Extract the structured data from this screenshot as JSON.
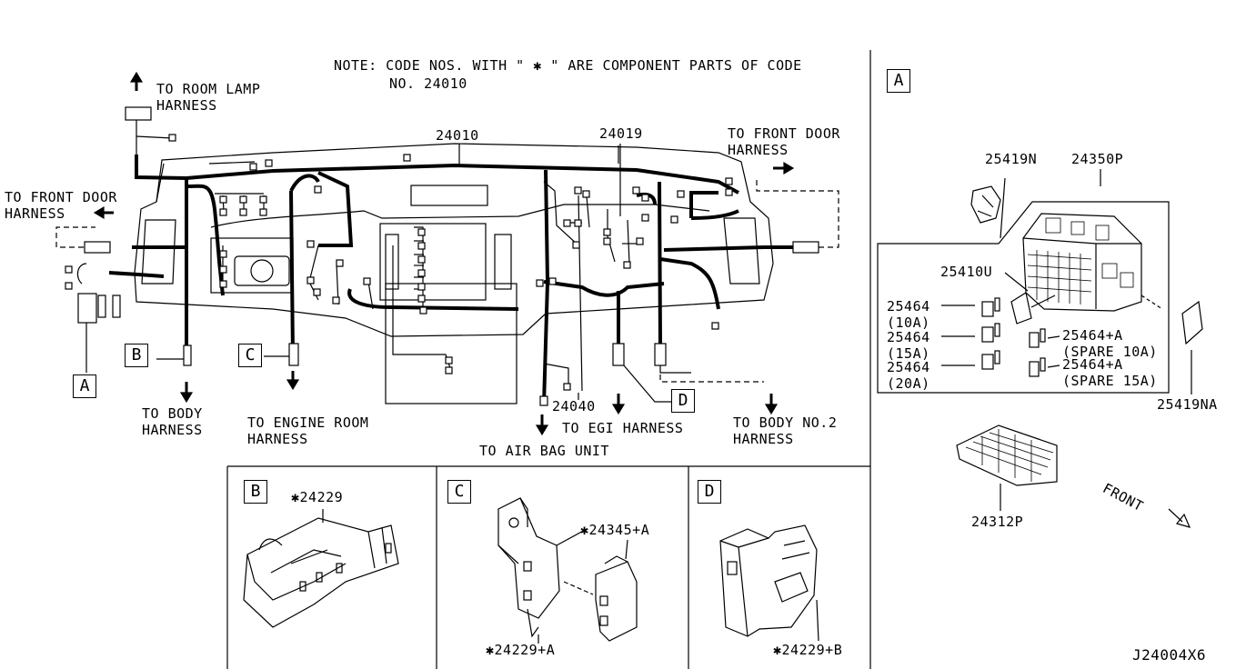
{
  "note": {
    "line1": "NOTE: CODE NOS. WITH \" ✱ \" ARE COMPONENT PARTS OF CODE",
    "line2": "NO. 24010"
  },
  "main_labels": {
    "room_lamp": "TO ROOM LAMP\nHARNESS",
    "front_door_left": "TO FRONT DOOR\nHARNESS",
    "front_door_right": "TO FRONT DOOR\nHARNESS",
    "part_24010": "24010",
    "part_24019": "24019",
    "part_24040": "24040",
    "to_body": "TO BODY\nHARNESS",
    "to_engine_room": "TO ENGINE ROOM\nHARNESS",
    "to_air_bag": "TO AIR BAG UNIT",
    "to_egi": "TO EGI HARNESS",
    "to_body_no2": "TO BODY NO.2\nHARNESS"
  },
  "callouts": {
    "A": "A",
    "B": "B",
    "C": "C",
    "D": "D"
  },
  "panel_a": {
    "p25419N": "25419N",
    "p24350P": "24350P",
    "p25410U": "25410U",
    "p25464_10": "25464\n(10A)",
    "p25464_15": "25464\n(15A)",
    "p25464_20": "25464\n(20A)",
    "spare10": "25464+A\n(SPARE 10A)",
    "spare15": "25464+A\n(SPARE 15A)",
    "p25419NA": "25419NA",
    "p24312P": "24312P",
    "front": "FRONT"
  },
  "panel_b": {
    "part": "✱24229"
  },
  "panel_c": {
    "part1": "✱24345+A",
    "part2": "✱24229+A"
  },
  "panel_d": {
    "part": "✱24229+B"
  },
  "diagram_code": "J24004X6"
}
